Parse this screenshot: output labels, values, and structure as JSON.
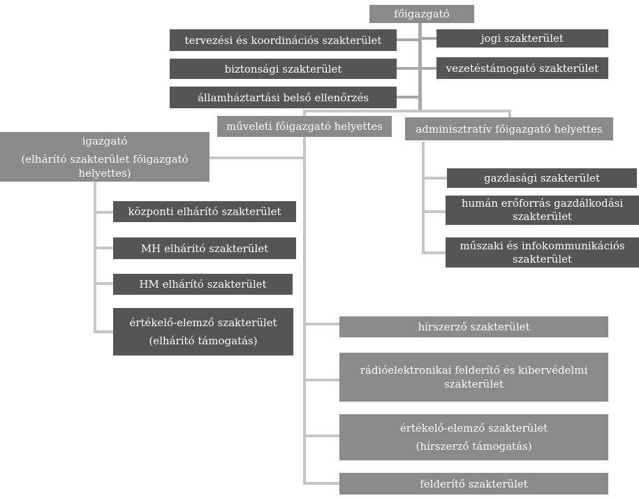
{
  "chart": {
    "top": "főigazgató",
    "staff_left": [
      "tervezési és koordinációs szakterület",
      "biztonsági szakterület",
      "államháztartási belső ellenőrzés"
    ],
    "staff_right": [
      "jogi szakterület",
      "vezetéstámogató szakterület"
    ],
    "deputy_ops": "műveleti főigazgató helyettes",
    "deputy_admin": "adminisztratív főigazgató helyettes",
    "director": {
      "line1": "igazgató",
      "line2": "(elhárító szakterület főigazgató",
      "line3": "helyettes)"
    },
    "counterintel": {
      "central": "központi elhárító szakterület",
      "mh": "MH elhárító szakterület",
      "hm": "HM elhárító szakterület",
      "eval_line1": "értékelő-elemző szakterület",
      "eval_line2": "(elhárító támogatás)"
    },
    "admin_units": {
      "economic": "gazdasági szakterület",
      "hr_line1": "humán erőforrás gazdálkodási",
      "hr_line2": "szakterület",
      "tech_line1": "műszaki és infokommunikációs",
      "tech_line2": "szakterület"
    },
    "ops_units": {
      "intel": "hírszerző szakterület",
      "sigint_line1": "rádióelektronikai felderítő és kibervédelmi",
      "sigint_line2": "szakterület",
      "eval_line1": "értékelő-elemző szakterület",
      "eval_line2": "(hírszerző támogatás)",
      "recon": "felderítő szakterület"
    }
  }
}
